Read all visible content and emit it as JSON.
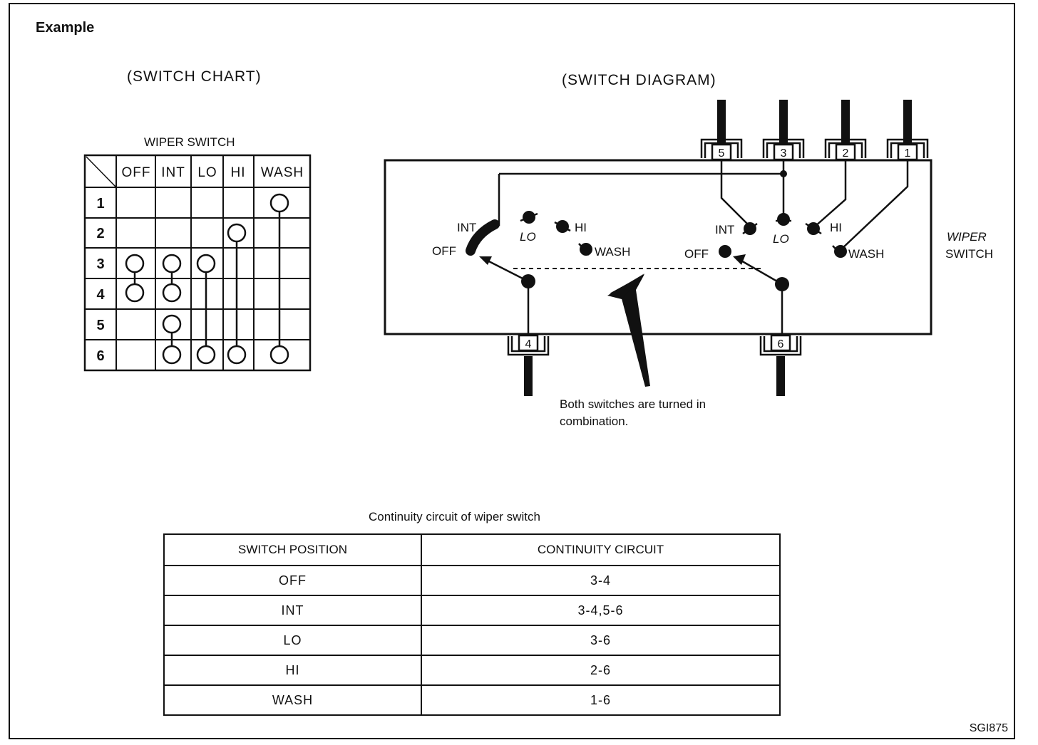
{
  "example_title": "Example",
  "switch_chart": {
    "header": "(SWITCH CHART)",
    "caption": "WIPER SWITCH",
    "columns": [
      "OFF",
      "INT",
      "LO",
      "HI",
      "WASH"
    ],
    "rows": [
      "1",
      "2",
      "3",
      "4",
      "5",
      "6"
    ],
    "connections": {
      "OFF": [
        "3",
        "4"
      ],
      "INT": [
        "3",
        "4",
        "5",
        "6"
      ],
      "LO": [
        "3",
        "6"
      ],
      "HI": [
        "2",
        "6"
      ],
      "WASH": [
        "1",
        "6"
      ]
    }
  },
  "switch_diagram": {
    "header": "(SWITCH DIAGRAM)",
    "terminals_top": [
      "5",
      "3",
      "2",
      "1"
    ],
    "terminals_bottom": [
      "4",
      "6"
    ],
    "left_positions": [
      "INT",
      "LO",
      "HI",
      "OFF",
      "WASH"
    ],
    "right_positions": [
      "INT",
      "LO",
      "HI",
      "OFF",
      "WASH"
    ],
    "side_label": [
      "WIPER",
      "SWITCH"
    ],
    "note": [
      "Both switches are turned in",
      "combination."
    ]
  },
  "continuity_table": {
    "caption": "Continuity circuit of wiper switch",
    "headers": [
      "SWITCH POSITION",
      "CONTINUITY CIRCUIT"
    ],
    "rows": [
      {
        "position": "OFF",
        "circuit": "3-4"
      },
      {
        "position": "INT",
        "circuit": "3-4,5-6"
      },
      {
        "position": "LO",
        "circuit": "3-6"
      },
      {
        "position": "HI",
        "circuit": "2-6"
      },
      {
        "position": "WASH",
        "circuit": "1-6"
      }
    ]
  },
  "figure_id": "SGI875"
}
